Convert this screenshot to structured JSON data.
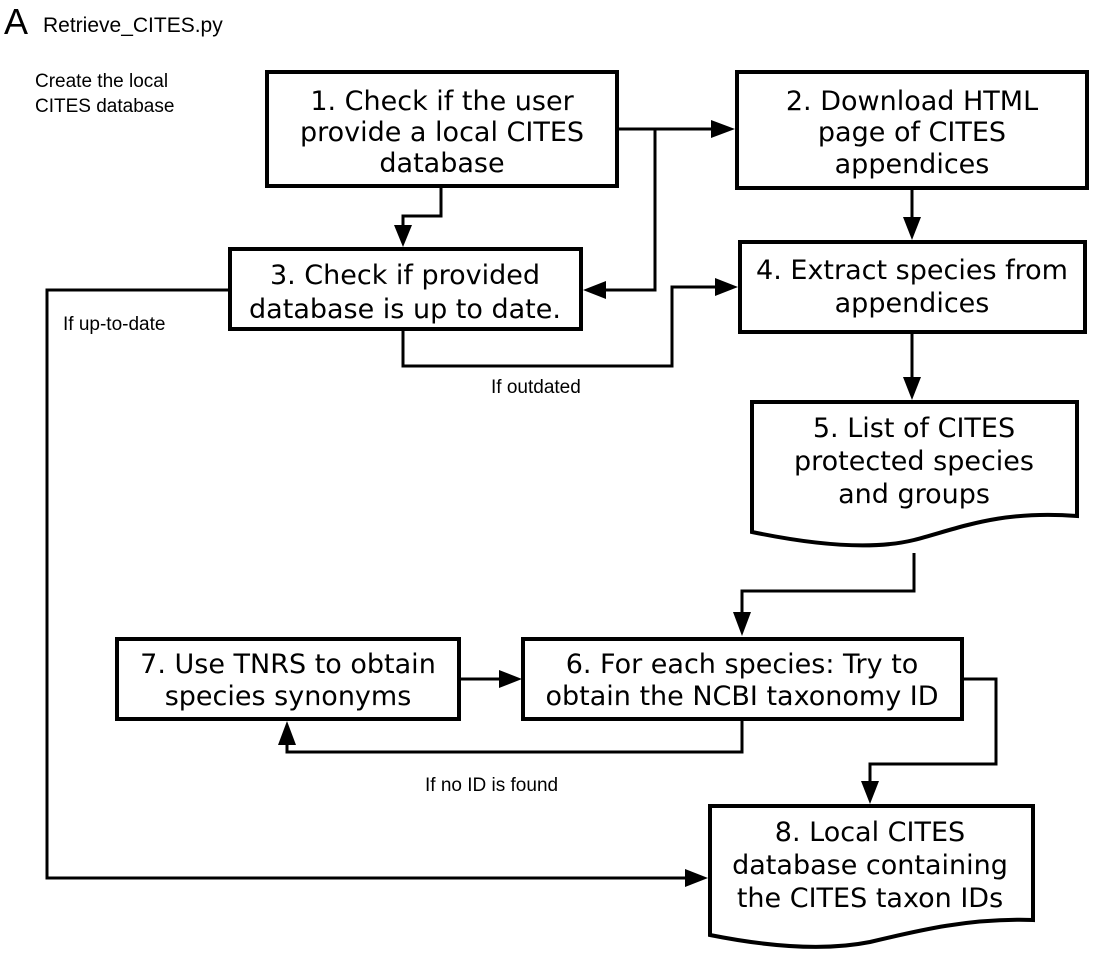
{
  "panel_letter": "A",
  "script_name": "Retrieve_CITES.py",
  "section_label": [
    "Create the local",
    "CITES database"
  ],
  "nodes": {
    "n1": [
      "1. Check if the user",
      "provide a local CITES",
      "database"
    ],
    "n2": [
      "2. Download HTML",
      "page of CITES",
      "appendices"
    ],
    "n3": [
      "3. Check if provided",
      "database is up to date."
    ],
    "n4": [
      "4. Extract species from",
      "appendices"
    ],
    "n5": [
      "5. List of CITES",
      "protected species",
      "and groups"
    ],
    "n6": [
      "6. For each species: Try to",
      "obtain the NCBI taxonomy ID"
    ],
    "n7": [
      "7. Use TNRS to obtain",
      "species synonyms"
    ],
    "n8": [
      "8. Local CITES",
      "database containing",
      "the CITES taxon IDs"
    ]
  },
  "edge_labels": {
    "up_to_date": "If up-to-date",
    "outdated": "If outdated",
    "no_id": "If no ID is found"
  }
}
